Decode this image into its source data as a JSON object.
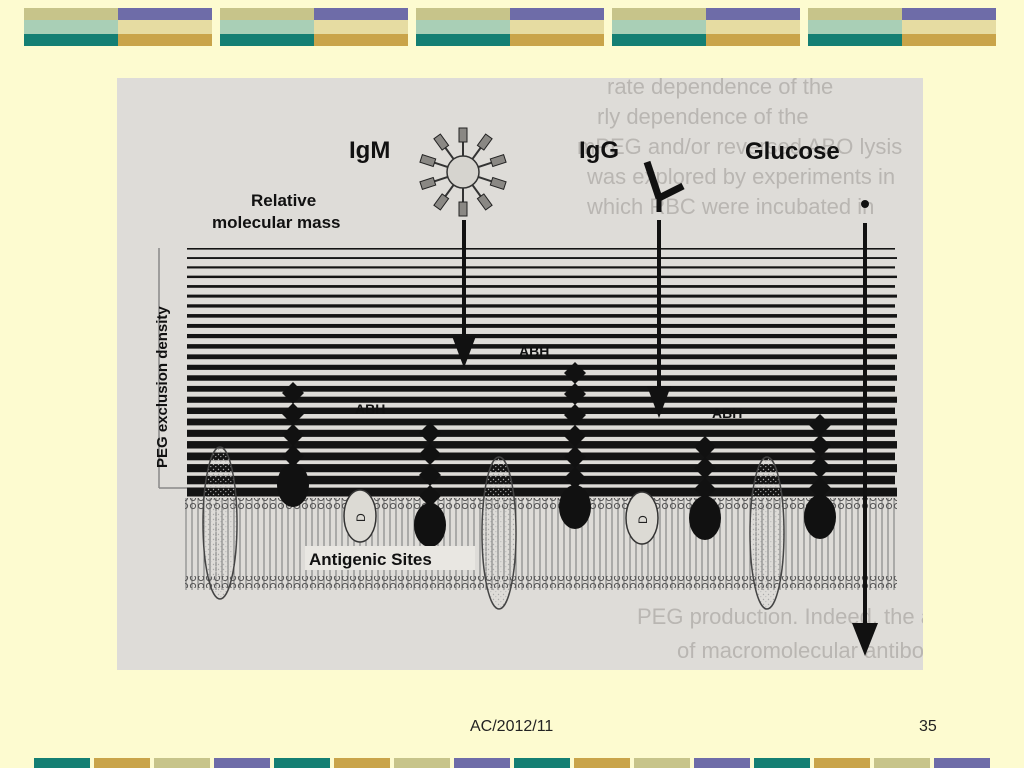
{
  "figure": {
    "labels": {
      "igm": "IgM",
      "igg": "IgG",
      "glucose": "Glucose",
      "relative_molecular_mass": [
        "Relative",
        "molecular mass"
      ],
      "peg_axis": "PEG exclusion density",
      "antigenic_sites": "Antigenic Sites",
      "abh": "ABH",
      "d": "D"
    },
    "background_text": [
      "rate dependence of the",
      "rly dependence of the",
      "mPEG and/or reversed ABO lysis",
      "was explored by experiments in",
      "which RBC were incubated in",
      "PEG production. Indeed, the addition of",
      "of macromolecular antibody (human IgM, a)"
    ]
  },
  "footer": {
    "label": "AC/2012/11",
    "page": "35"
  },
  "colors": {
    "slide_background": "#fdfbd0",
    "band_teal": "#147f73",
    "band_gold": "#c9a44a",
    "band_purple": "#6e6ca8",
    "band_olive": "#c7c48a",
    "figure_background": "#dedcd8",
    "ink": "#111111"
  }
}
